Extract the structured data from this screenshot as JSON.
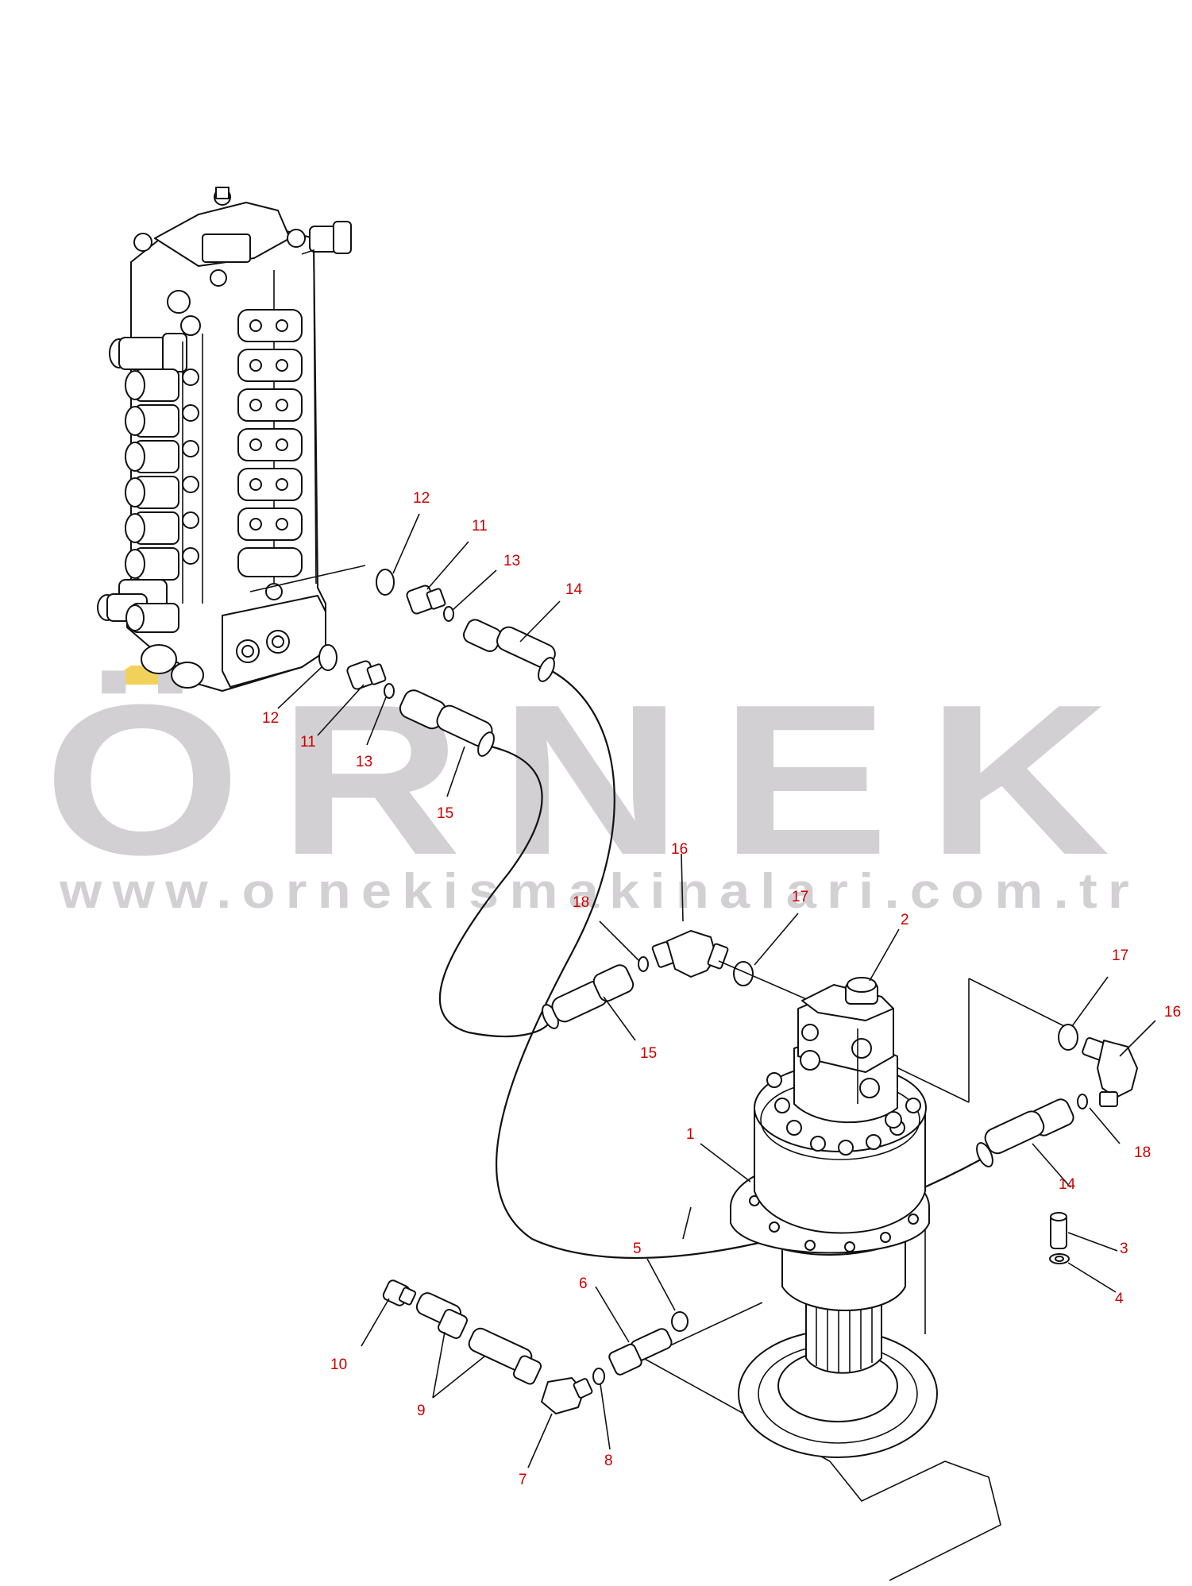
{
  "watermark": {
    "brand": "ÖRNEK",
    "url": "www.ornekismakinalari.com.tr",
    "color": "#d2d0d3",
    "accent": "#f2d15a"
  },
  "callout_color": "#cc0000",
  "callouts": [
    {
      "id": "c12a",
      "text": "12"
    },
    {
      "id": "c11a",
      "text": "11"
    },
    {
      "id": "c13a",
      "text": "13"
    },
    {
      "id": "c14a",
      "text": "14"
    },
    {
      "id": "c12b",
      "text": "12"
    },
    {
      "id": "c11b",
      "text": "11"
    },
    {
      "id": "c13b",
      "text": "13"
    },
    {
      "id": "c15a",
      "text": "15"
    },
    {
      "id": "c16a",
      "text": "16"
    },
    {
      "id": "c18a",
      "text": "18"
    },
    {
      "id": "c17a",
      "text": "17"
    },
    {
      "id": "c2",
      "text": "2"
    },
    {
      "id": "c15b",
      "text": "15"
    },
    {
      "id": "c17b",
      "text": "17"
    },
    {
      "id": "c16b",
      "text": "16"
    },
    {
      "id": "c18b",
      "text": "18"
    },
    {
      "id": "c1",
      "text": "1"
    },
    {
      "id": "c14b",
      "text": "14"
    },
    {
      "id": "c3",
      "text": "3"
    },
    {
      "id": "c4",
      "text": "4"
    },
    {
      "id": "c5",
      "text": "5"
    },
    {
      "id": "c6",
      "text": "6"
    },
    {
      "id": "c10",
      "text": "10"
    },
    {
      "id": "c9",
      "text": "9"
    },
    {
      "id": "c8",
      "text": "8"
    },
    {
      "id": "c7",
      "text": "7"
    }
  ]
}
